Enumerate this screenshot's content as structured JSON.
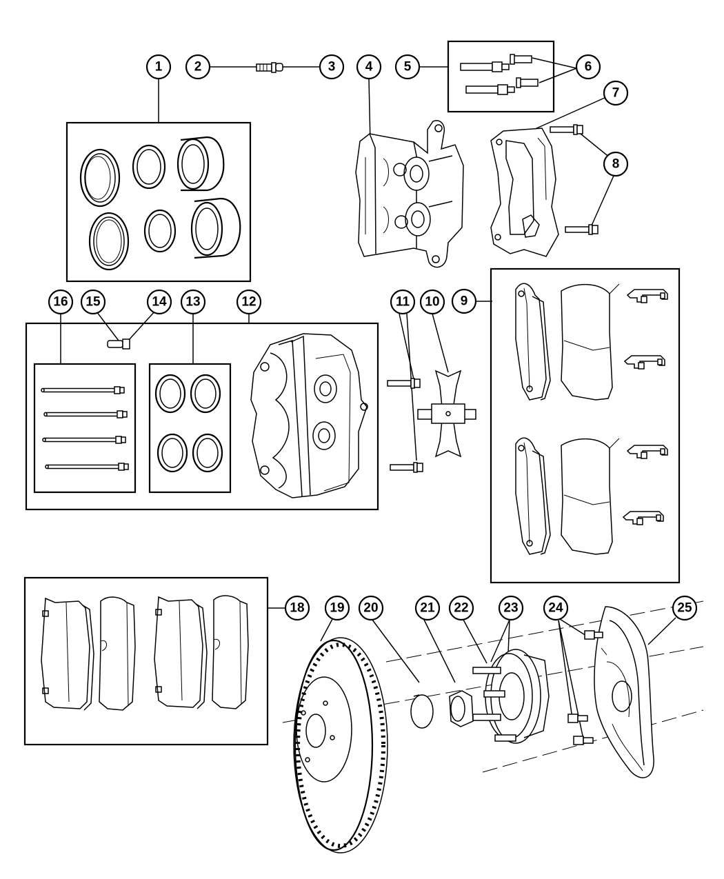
{
  "callouts": [
    {
      "id": "1",
      "label": "1"
    },
    {
      "id": "2",
      "label": "2"
    },
    {
      "id": "3",
      "label": "3"
    },
    {
      "id": "4",
      "label": "4"
    },
    {
      "id": "5",
      "label": "5"
    },
    {
      "id": "6",
      "label": "6"
    },
    {
      "id": "7",
      "label": "7"
    },
    {
      "id": "8",
      "label": "8"
    },
    {
      "id": "9",
      "label": "9"
    },
    {
      "id": "10",
      "label": "10"
    },
    {
      "id": "11",
      "label": "11"
    },
    {
      "id": "12",
      "label": "12"
    },
    {
      "id": "13",
      "label": "13"
    },
    {
      "id": "14",
      "label": "14"
    },
    {
      "id": "15",
      "label": "15"
    },
    {
      "id": "16",
      "label": "16"
    },
    {
      "id": "18",
      "label": "18"
    },
    {
      "id": "19",
      "label": "19"
    },
    {
      "id": "20",
      "label": "20"
    },
    {
      "id": "21",
      "label": "21"
    },
    {
      "id": "22",
      "label": "22"
    },
    {
      "id": "23",
      "label": "23"
    },
    {
      "id": "24",
      "label": "24"
    },
    {
      "id": "25",
      "label": "25"
    }
  ]
}
